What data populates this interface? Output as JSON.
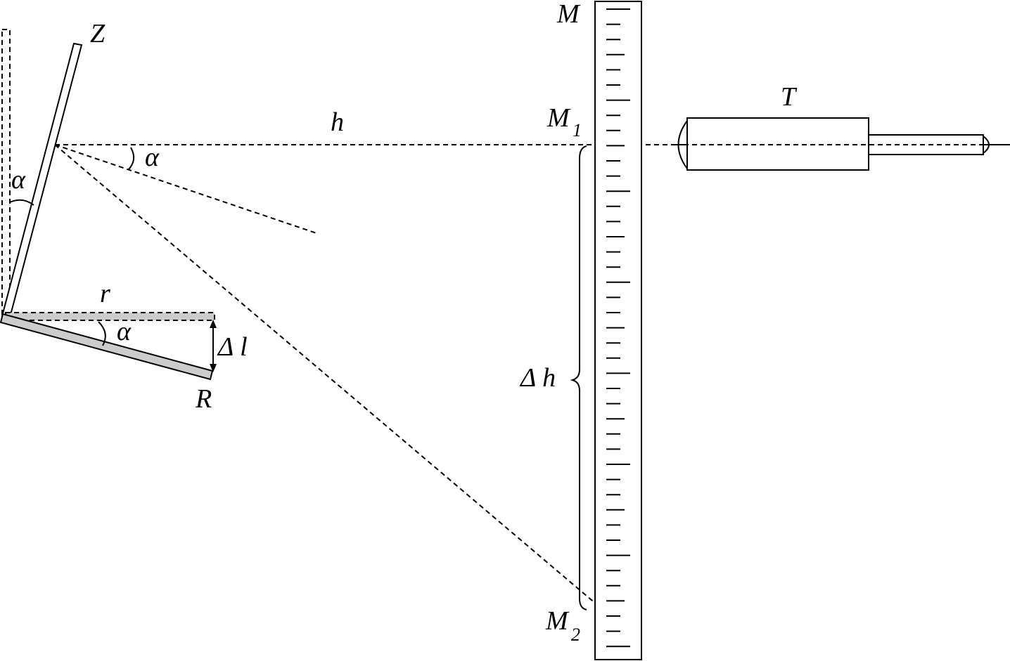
{
  "labels": {
    "mirror": "Z",
    "rod_end": "R",
    "angle_vertical": "α",
    "angle_beam": "α",
    "angle_rod": "α",
    "distance_h": "h",
    "r": "r",
    "delta_l": "Δ l",
    "delta_h": "Δ h",
    "scale_top": "M",
    "scale_mark1": "M",
    "scale_mark1_sub": "1",
    "scale_mark2": "M",
    "scale_mark2_sub": "2",
    "telescope": "T"
  },
  "colors": {
    "line": "#000000",
    "rod_fill": "#cccccc",
    "background": "#ffffff"
  }
}
